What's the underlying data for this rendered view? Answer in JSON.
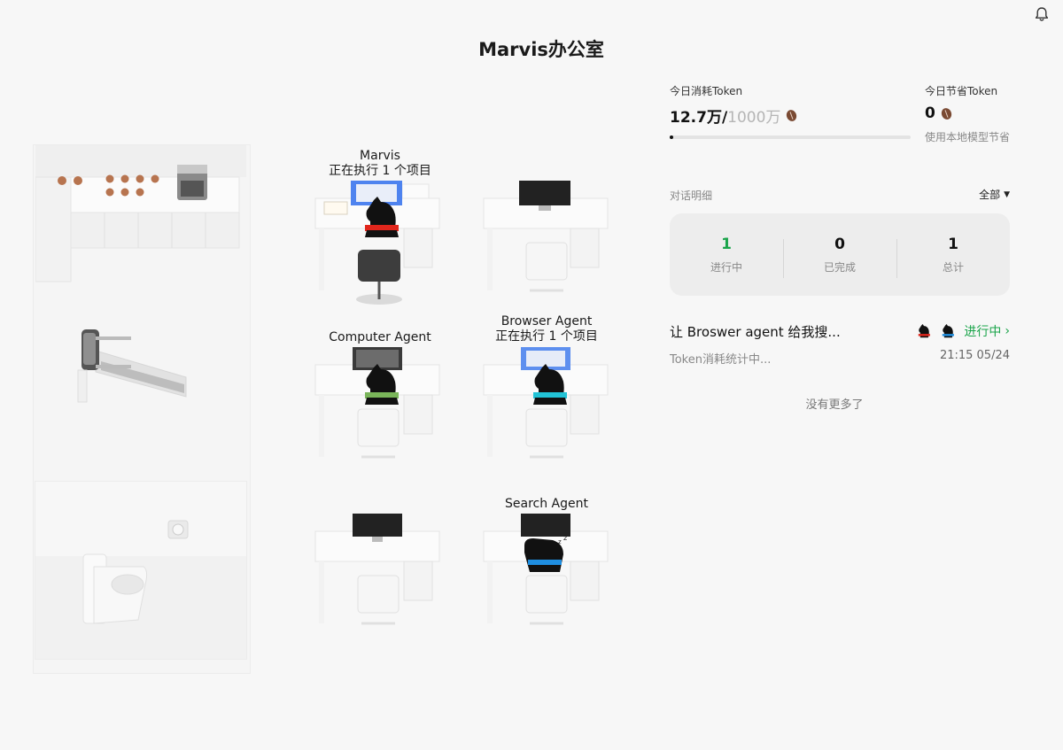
{
  "page": {
    "title": "Marvis办公室"
  },
  "icons": {
    "notification": "bell-icon",
    "token_coin": "coffee-bean-icon",
    "agent_avatar": "knight-chess-piece-icon",
    "dropdown": "caret-down-icon",
    "chevron": "chevron-right-icon"
  },
  "agents": [
    {
      "name": "Marvis",
      "status": "正在执行 1 个项目",
      "band_color": "#e1261c",
      "state": "working"
    },
    {
      "name": "Computer Agent",
      "status": "",
      "band_color": "#7ab55a",
      "state": "idle"
    },
    {
      "name": "Browser Agent",
      "status": "正在执行 1 个项目",
      "band_color": "#22c3d6",
      "state": "working"
    },
    {
      "name": "Search Agent",
      "status": "",
      "band_color": "#1f8ee0",
      "state": "sleeping"
    }
  ],
  "tokens": {
    "today_used_label": "今日消耗Token",
    "today_used_value": "12.7万/",
    "today_quota": "1000万",
    "used_fraction": 0.0127,
    "saved_label": "今日节省Token",
    "saved_value": "0",
    "saved_note": "使用本地模型节省"
  },
  "conversations": {
    "section_label": "对话明细",
    "filter": "全部",
    "stats": [
      {
        "value": "1",
        "label": "进行中",
        "color": "#1aa44a"
      },
      {
        "value": "0",
        "label": "已完成",
        "color": "#111111"
      },
      {
        "value": "1",
        "label": "总计",
        "color": "#111111"
      }
    ],
    "items": [
      {
        "title": "让 Broswer agent 给我搜...",
        "subtitle": "Token消耗统计中...",
        "status": "进行中",
        "time": "21:15 05/24"
      }
    ],
    "end_text": "没有更多了"
  },
  "colors": {
    "accent_green": "#1aa44a",
    "background": "#f7f7f7"
  }
}
